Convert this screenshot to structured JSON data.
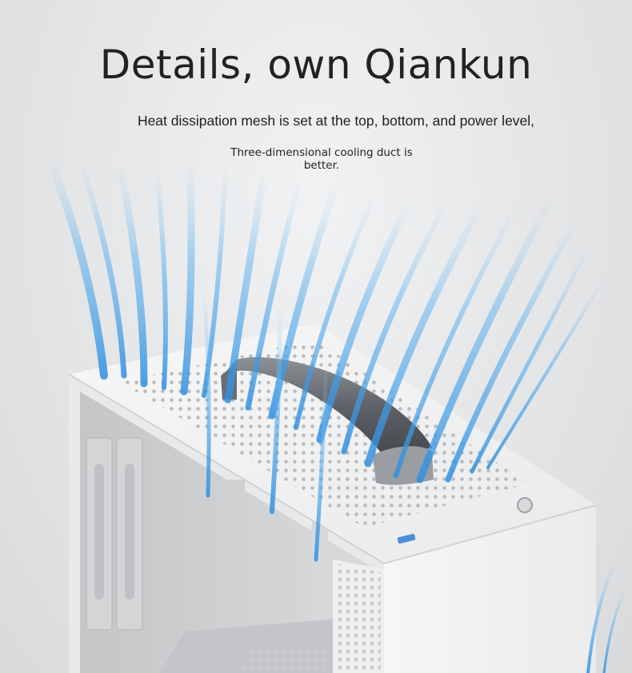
{
  "headline": "Details, own Qiankun",
  "subline_1": "Heat dissipation mesh is set at the top, bottom, and power level,",
  "subline_2": "Three-dimensional cooling duct is better.",
  "colors": {
    "background": "#e4e5e6",
    "case_white": "#f4f4f4",
    "airflow_blue": "#3f9fe6",
    "text": "#222222"
  }
}
